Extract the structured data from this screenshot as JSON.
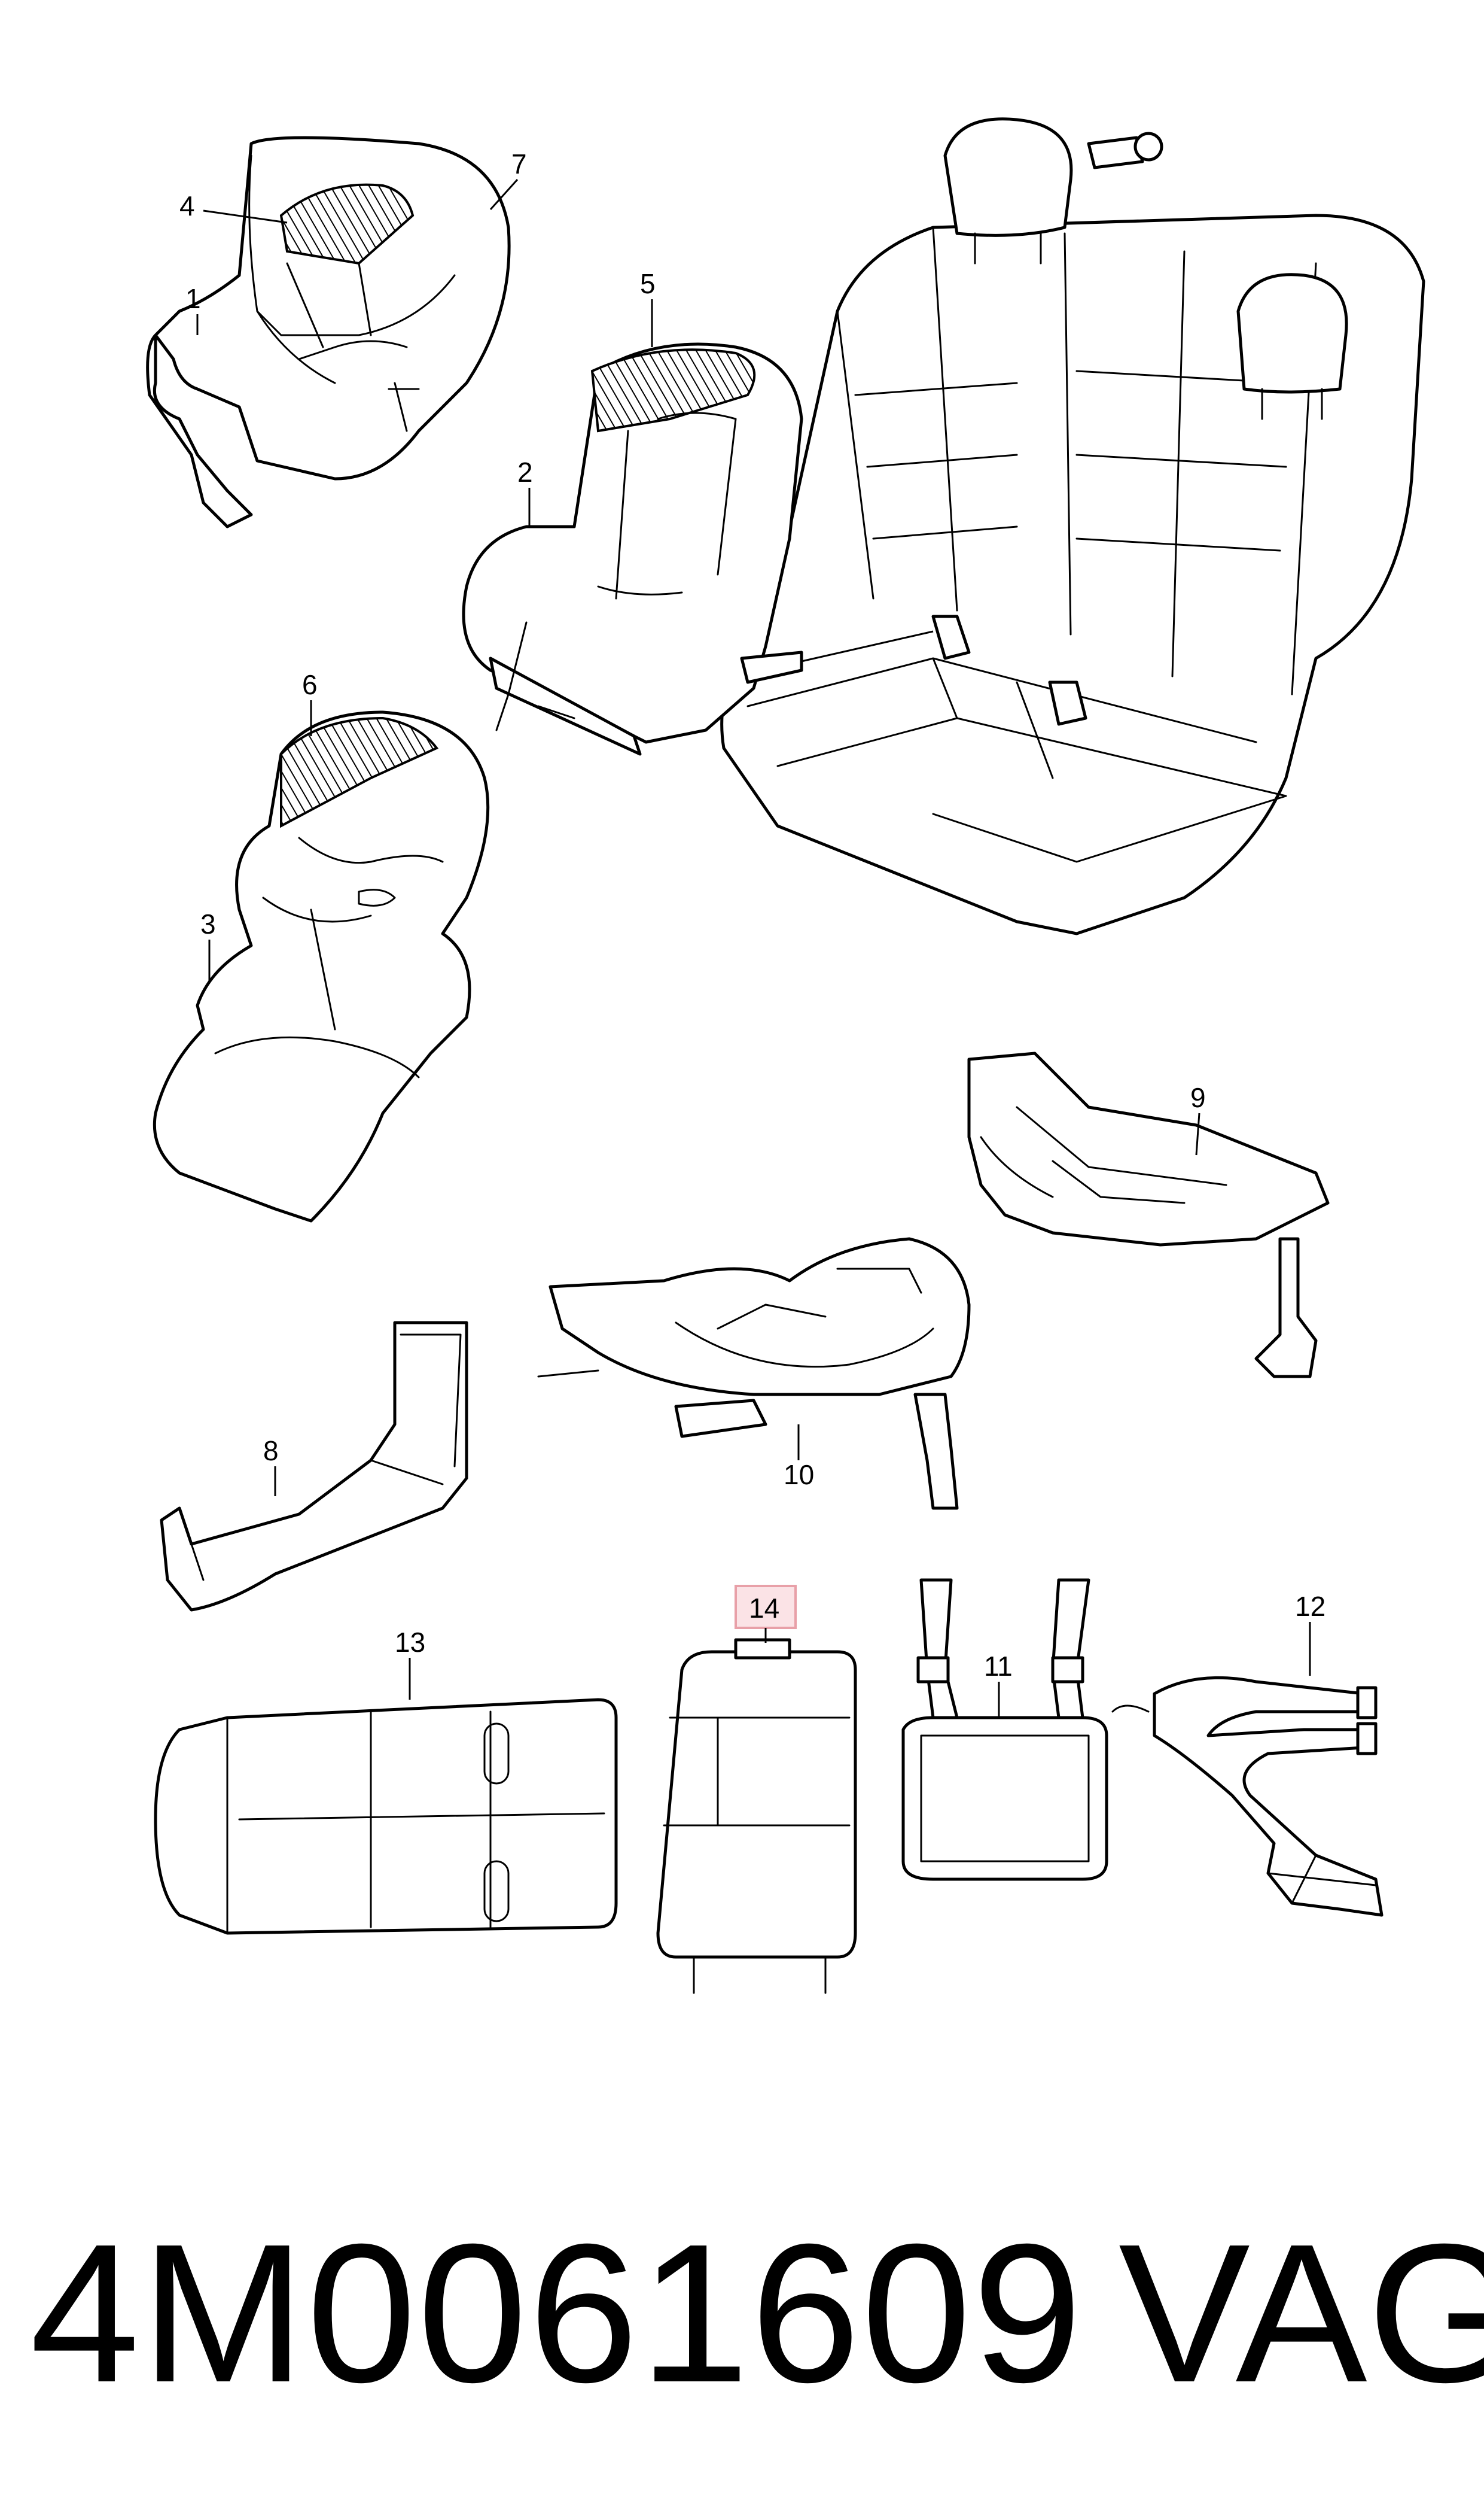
{
  "callouts": [
    {
      "label": "1"
    },
    {
      "label": "2"
    },
    {
      "label": "3"
    },
    {
      "label": "4"
    },
    {
      "label": "5"
    },
    {
      "label": "6"
    },
    {
      "label": "7"
    },
    {
      "label": "8"
    },
    {
      "label": "9"
    },
    {
      "label": "10"
    },
    {
      "label": "11"
    },
    {
      "label": "12"
    },
    {
      "label": "13"
    },
    {
      "label": "14"
    }
  ],
  "highlighted_callout": "14",
  "highlight_color": "#e8a0a8",
  "highlight_fill": "#fbe3e6",
  "footer": {
    "part_number": "4M0061609",
    "brand": "VAG"
  }
}
